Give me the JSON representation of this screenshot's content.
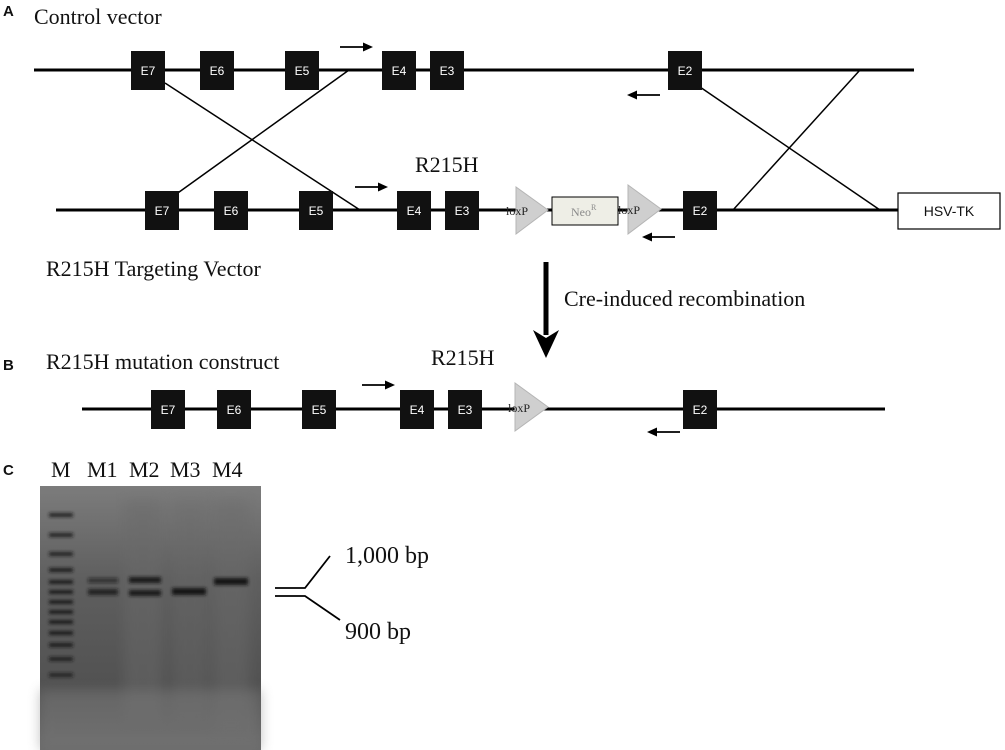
{
  "panelA": {
    "letter": "A",
    "control_title": "Control vector",
    "targeting_title": "R215H Targeting Vector",
    "mutation_label": "R215H",
    "control_exons": [
      "E7",
      "E6",
      "E5",
      "E4",
      "E3",
      "E2"
    ],
    "targeting_exons": [
      "E7",
      "E6",
      "E5",
      "E4",
      "E3",
      "E2"
    ],
    "loxp": "loxP",
    "neo": "Neo",
    "neo_sup": "R",
    "hsv": "HSV-TK"
  },
  "arrow": {
    "label": "Cre-induced  recombination"
  },
  "panelB": {
    "letter": "B",
    "title": "R215H mutation construct",
    "mutation_label": "R215H",
    "exons": [
      "E7",
      "E6",
      "E5",
      "E4",
      "E3",
      "E2"
    ],
    "loxp": "loxP"
  },
  "panelC": {
    "letter": "C",
    "lanes": [
      "M",
      "M1",
      "M2",
      "M3",
      "M4"
    ],
    "bp_high": "1,000 bp",
    "bp_low": "900 bp"
  },
  "colors": {
    "exon": "#111111",
    "loxp": "#cfcfcf",
    "neo_fill": "#eeeee6",
    "gel_bg": "#555555",
    "band": "#151515"
  }
}
